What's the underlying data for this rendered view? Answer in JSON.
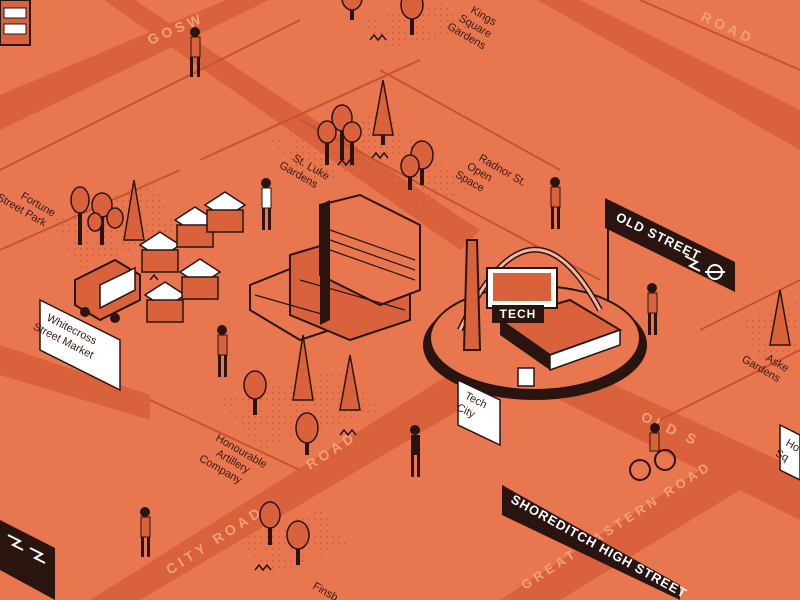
{
  "map": {
    "roads": {
      "goswell": "GOSW",
      "city_road_a": "ROAD",
      "city_road_b": "CITY ROAD",
      "old_street": "OLD S",
      "great_eastern": "GREAT EASTERN ROAD",
      "top_right": "ROAD"
    },
    "signs": {
      "old_street": "OLD STREET",
      "shoreditch": "SHOREDITCH HIGH STREET",
      "tech": "TECH"
    },
    "labels": {
      "kings_square": [
        "Kings",
        "Square",
        "Gardens"
      ],
      "st_luke": [
        "St. Luke",
        "Gardens"
      ],
      "radnor": [
        "Radnor St.",
        "Open",
        "Space"
      ],
      "fortune": [
        "Fortune",
        "Street Park"
      ],
      "whitecross": [
        "Whitecross",
        "Street Market"
      ],
      "tech_city": [
        "Tech",
        "City"
      ],
      "honourable": [
        "Honourable",
        "Artillery",
        "Company"
      ],
      "aske": [
        "Aske",
        "Gardens"
      ],
      "finsbury": "Finsb",
      "hoxton": [
        "Ho",
        "Sq"
      ]
    },
    "colors": {
      "ground": "#e8764f",
      "road": "#d9623d",
      "ink": "#2a1410",
      "accent": "#f5b59a",
      "white": "#ffffff"
    }
  }
}
